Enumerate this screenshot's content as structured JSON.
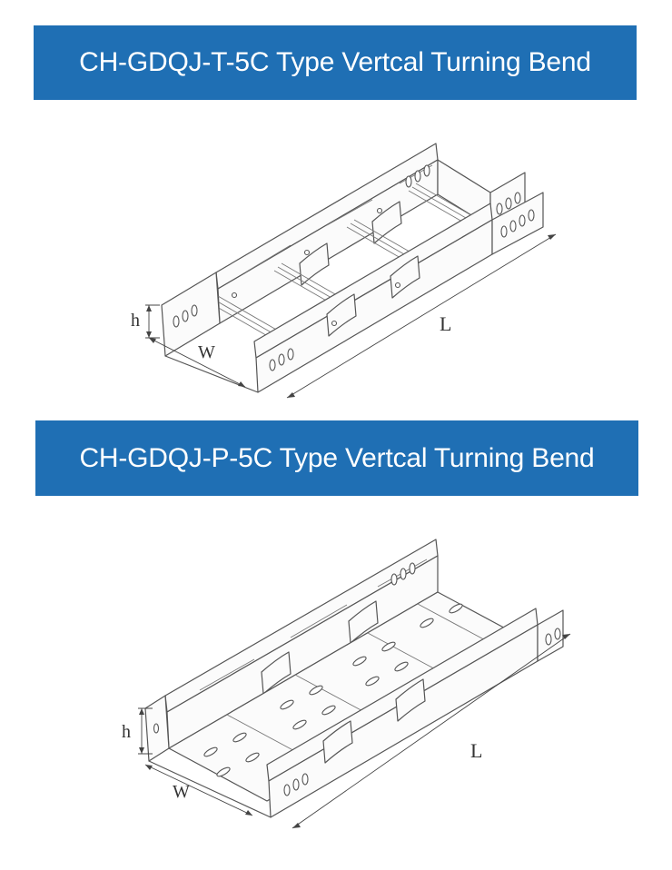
{
  "banners": [
    {
      "title": "CH-GDQJ-T-5C Type Vertcal Turning Bend"
    },
    {
      "title": "CH-GDQJ-P-5C Type Vertcal Turning Bend"
    }
  ],
  "drawings": [
    {
      "variant": "ladder-rungs",
      "labels": {
        "h": "h",
        "w": "W",
        "l": "L"
      }
    },
    {
      "variant": "perforated-tray",
      "labels": {
        "h": "h",
        "w": "W",
        "l": "L"
      }
    }
  ],
  "colors": {
    "banner_bg": "#1f6fb4",
    "banner_text": "#ffffff",
    "line": "#555555"
  }
}
